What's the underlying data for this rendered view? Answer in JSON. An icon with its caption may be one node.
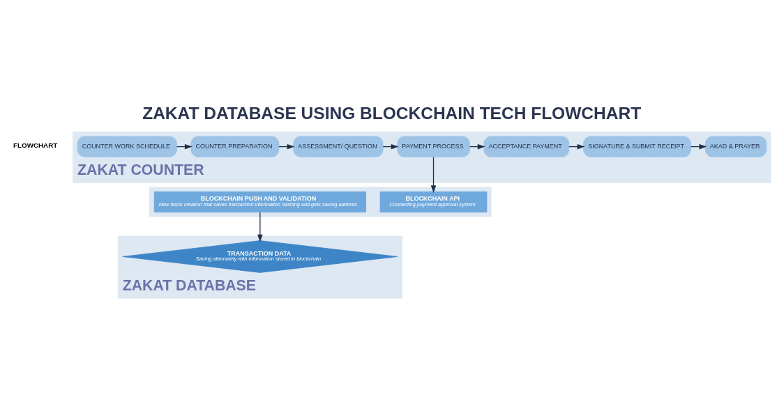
{
  "diagram": {
    "title": "ZAKAT DATABASE USING BLOCKCHAIN TECH FLOWCHART",
    "nodes": [
      {
        "text": [
          "ZAKAT COUNTER"
        ]
      },
      {
        "text": [
          "COUNTER WORK SCHEDULE"
        ],
        "in": 0
      },
      {
        "text": [
          "COUNTER PREPARATION"
        ],
        "in": 0
      },
      {
        "text": [
          "ASSESSMENT/ QUESTION"
        ],
        "in": 0
      },
      {
        "text": [
          "PAYMENT PROCESS"
        ],
        "in": 0
      },
      {
        "text": [
          "ACCEPTANCE PAYMENT"
        ],
        "in": 0
      },
      {
        "text": [
          "SIGNATURE & SUBMIT RECEIPT"
        ],
        "in": 0
      },
      {
        "text": [
          "AKAD & PRAYER"
        ],
        "in": 0
      },
      {
        "text": [],
        "shape": "band"
      },
      {
        "text": [
          "BLOCKCHAIN API",
          "Connecting payment approval system"
        ],
        "in": 8
      },
      {
        "text": [
          "BLOCKCHAIN PUSH AND VALIDATION",
          "New block creation that saves transaction information hashing and gets saving address"
        ],
        "in": 8
      },
      {
        "text": [
          "ZAKAT DATABASE"
        ]
      },
      {
        "text": [
          "TRANSACTION DATA",
          "Saving alternately with information stored in blockchain"
        ],
        "in": 11
      }
    ],
    "edges": [
      {
        "from": 1,
        "to": 2,
        "arrow": "to"
      },
      {
        "from": 2,
        "to": 3,
        "arrow": "to"
      },
      {
        "from": 3,
        "to": 4,
        "arrow": "to"
      },
      {
        "from": 4,
        "to": 5,
        "arrow": "to"
      },
      {
        "from": 5,
        "to": 6,
        "arrow": "to"
      },
      {
        "from": 6,
        "to": 7,
        "arrow": "to"
      },
      {
        "from": 4,
        "to": 9,
        "arrow": "to"
      },
      {
        "from": 10,
        "to": 12,
        "arrow": "to"
      }
    ],
    "labels": [
      "FLOWCHART"
    ]
  }
}
